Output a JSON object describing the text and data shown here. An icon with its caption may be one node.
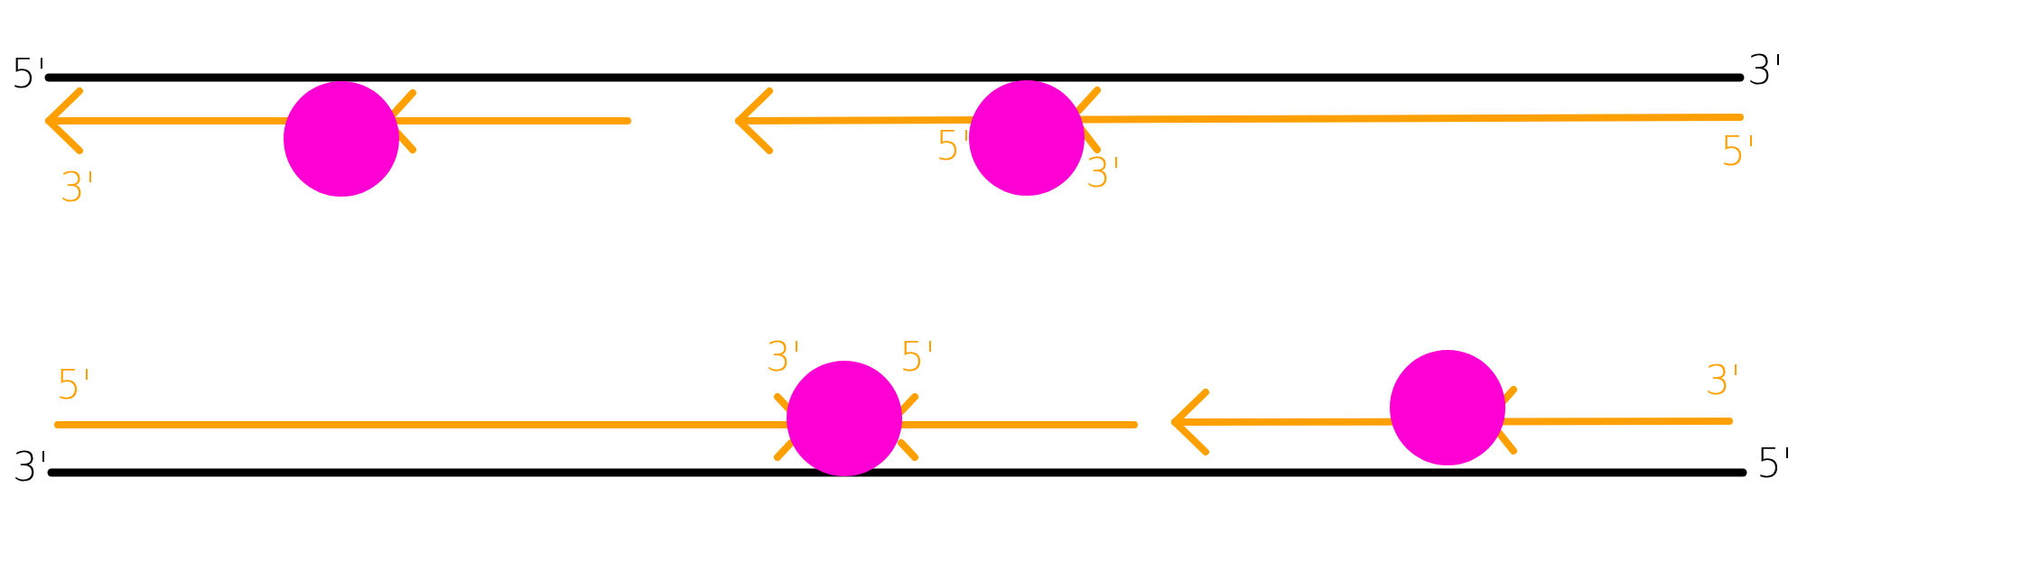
{
  "diagram": {
    "nodes": [
      {
        "text": [],
        "shape": "circle"
      },
      {
        "text": [],
        "shape": "circle"
      },
      {
        "text": [],
        "shape": "circle"
      },
      {
        "text": [],
        "shape": "circle"
      }
    ],
    "labels": [
      "5'",
      "3'",
      "3'",
      "5'",
      "3'",
      "5'",
      "5'",
      "3'",
      "5'",
      "3'",
      "3'",
      "5'"
    ]
  }
}
